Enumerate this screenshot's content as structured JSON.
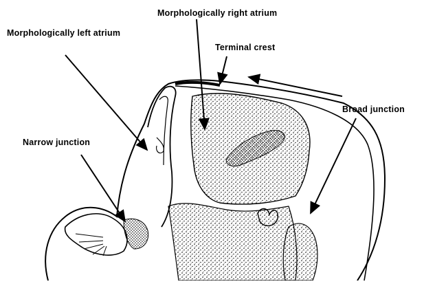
{
  "labels": {
    "morph_right_atrium": "Morphologically right atrium",
    "morph_left_atrium": "Morphologically left atrium",
    "terminal_crest": "Terminal crest",
    "broad_junction": "Broad junction",
    "narrow_junction": "Narrow junction"
  },
  "colors": {
    "ink": "#000000",
    "paper": "#ffffff"
  }
}
